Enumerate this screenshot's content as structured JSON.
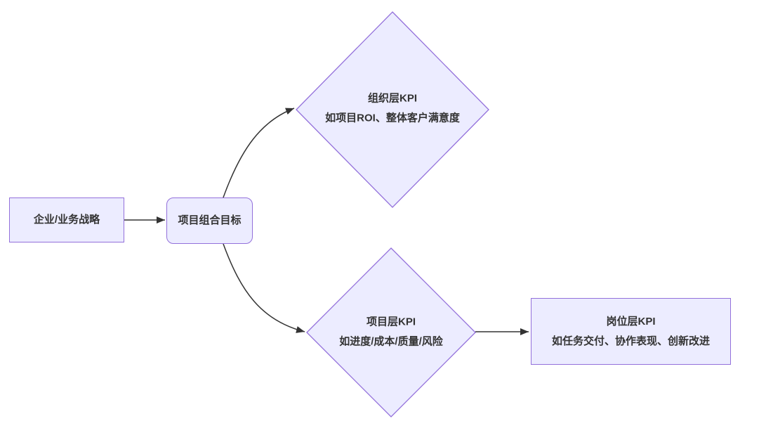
{
  "colors": {
    "node_fill": "#ECECFF",
    "node_border": "#9370DB",
    "edge_color": "#333333",
    "text_color": "#333333",
    "background": "#FFFFFF"
  },
  "nodes": {
    "strategy": {
      "shape": "rectangle",
      "label": "企业/业务战略"
    },
    "portfolio": {
      "shape": "rounded-rectangle",
      "label": "项目组合目标"
    },
    "org_kpi": {
      "shape": "diamond",
      "title": "组织层KPI",
      "subtitle": "如项目ROI、整体客户满意度"
    },
    "project_kpi": {
      "shape": "diamond",
      "title": "项目层KPI",
      "subtitle": "如进度/成本/质量/风险"
    },
    "role_kpi": {
      "shape": "rectangle",
      "title": "岗位层KPI",
      "subtitle": "如任务交付、协作表现、创新改进"
    }
  },
  "edges": [
    {
      "from": "strategy",
      "to": "portfolio"
    },
    {
      "from": "portfolio",
      "to": "org_kpi"
    },
    {
      "from": "portfolio",
      "to": "project_kpi"
    },
    {
      "from": "project_kpi",
      "to": "role_kpi"
    }
  ]
}
